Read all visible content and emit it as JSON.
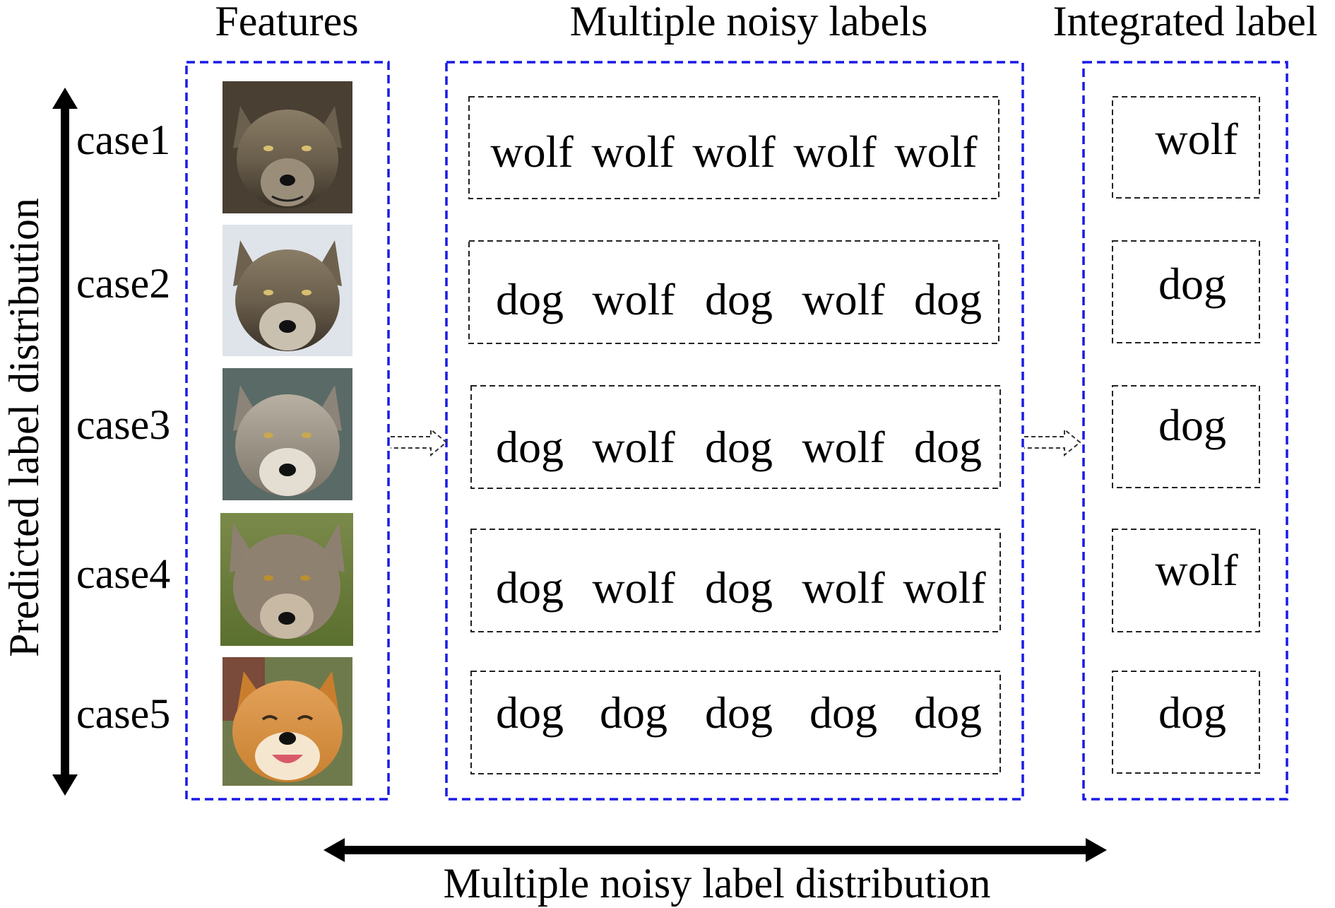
{
  "headers": {
    "features": "Features",
    "noisy": "Multiple noisy labels",
    "integrated": "Integrated label"
  },
  "axes": {
    "vertical": "Predicted label distribution",
    "horizontal": "Multiple noisy label distribution"
  },
  "cases": [
    {
      "name": "case1",
      "image": "wolf-photo-icon",
      "labels": [
        "wolf",
        "wolf",
        "wolf",
        "wolf",
        "wolf"
      ],
      "integrated": "wolf"
    },
    {
      "name": "case2",
      "image": "wolf-photo-icon",
      "labels": [
        "dog",
        "wolf",
        "dog",
        "wolf",
        "dog"
      ],
      "integrated": "dog"
    },
    {
      "name": "case3",
      "image": "wolf-photo-icon",
      "labels": [
        "dog",
        "wolf",
        "dog",
        "wolf",
        "dog"
      ],
      "integrated": "dog"
    },
    {
      "name": "case4",
      "image": "wolfdog-photo-icon",
      "labels": [
        "dog",
        "wolf",
        "dog",
        "wolf",
        "wolf"
      ],
      "integrated": "wolf"
    },
    {
      "name": "case5",
      "image": "shiba-dog-photo-icon",
      "labels": [
        "dog",
        "dog",
        "dog",
        "dog",
        "dog"
      ],
      "integrated": "dog"
    }
  ],
  "colors": {
    "panel_border": "#1a1ae6",
    "box_border": "#222222",
    "text": "#000000"
  }
}
